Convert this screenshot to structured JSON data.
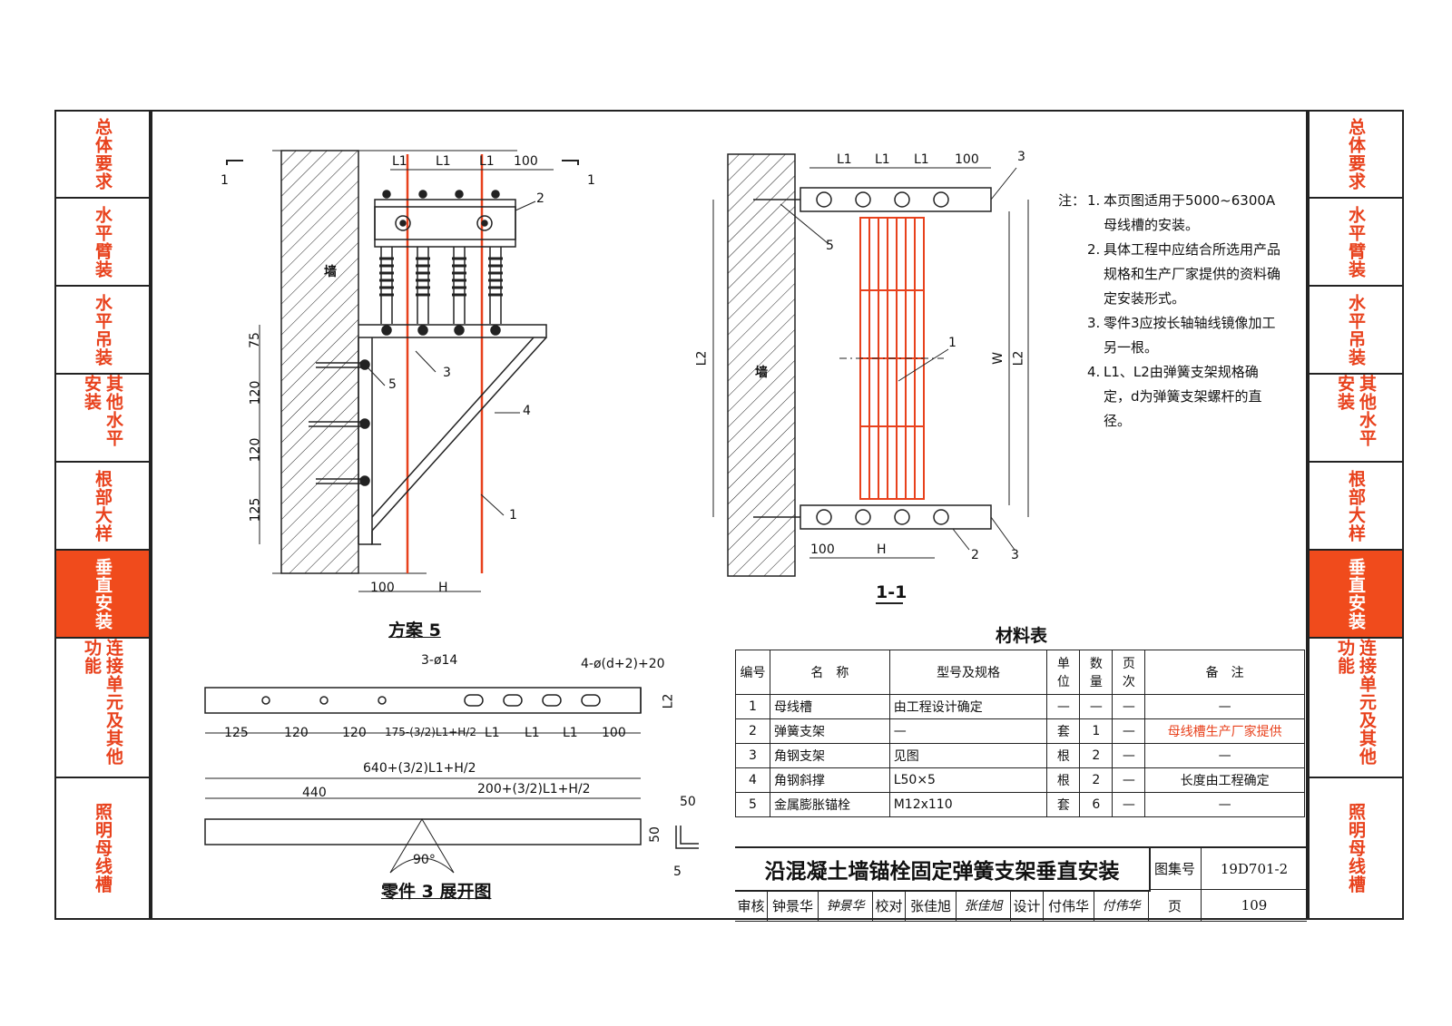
{
  "left_tabs": [
    {
      "label": "总体要求",
      "active": false
    },
    {
      "label": "水平臂装",
      "active": false
    },
    {
      "label": "水平吊装",
      "active": false
    },
    {
      "label": "其他水平安装",
      "active": false
    },
    {
      "label": "根部大样",
      "active": false
    },
    {
      "label": "垂直安装",
      "active": true
    },
    {
      "label": "连接单元及其他功能",
      "active": false
    },
    {
      "label": "照明母线槽",
      "active": false
    }
  ],
  "right_tabs": [
    {
      "label": "总体要求",
      "active": false
    },
    {
      "label": "水平臂装",
      "active": false
    },
    {
      "label": "水平吊装",
      "active": false
    },
    {
      "label": "其他水平安装",
      "active": false
    },
    {
      "label": "根部大样",
      "active": false
    },
    {
      "label": "垂直安装",
      "active": true
    },
    {
      "label": "连接单元及其他功能",
      "active": false
    },
    {
      "label": "照明母线槽",
      "active": false
    }
  ],
  "drawing_left": {
    "caption": "方案 5",
    "wall_label": "墙",
    "section_mark": "1",
    "dims_top": [
      "L1",
      "L1",
      "L1",
      "100"
    ],
    "dims_left": [
      "75",
      "120",
      "120",
      "125"
    ],
    "dims_bottom": [
      "100",
      "H"
    ],
    "callouts": [
      "2",
      "3",
      "4",
      "5",
      "1"
    ]
  },
  "drawing_right": {
    "caption": "1-1",
    "wall_label": "墙",
    "dims_top": [
      "L1",
      "L1",
      "L1",
      "100"
    ],
    "dims_bottom": [
      "100",
      "H"
    ],
    "dims_side": [
      "L2",
      "W",
      "L2"
    ],
    "callouts": [
      "3",
      "5",
      "1",
      "2",
      "3"
    ]
  },
  "notes": {
    "prefix": "注：",
    "items": [
      {
        "n": "1.",
        "text": "本页图适用于5000~6300A母线槽的安装。"
      },
      {
        "n": "2.",
        "text": "具体工程中应结合所选用产品规格和生产厂家提供的资料确定安装形式。"
      },
      {
        "n": "3.",
        "text": "零件3应按长轴轴线镜像加工另一根。"
      },
      {
        "n": "4.",
        "text": "L1、L2由弹簧支架规格确定，d为弹簧支架螺杆的直径。"
      }
    ]
  },
  "part3": {
    "caption": "零件 3 展开图",
    "hole_label_a": "3-ø14",
    "hole_label_b": "4-ø(d+2)+20",
    "side_dim": "L2",
    "row_dims": [
      "125",
      "120",
      "120",
      "175-(3/2)L1+H/2",
      "L1",
      "L1",
      "L1",
      "100"
    ],
    "total_dim": "640+(3/2)L1+H/2",
    "split_dims": [
      "440",
      "200+(3/2)L1+H/2"
    ],
    "angle": "90°",
    "section_dims": [
      "50",
      "50",
      "5"
    ]
  },
  "material_table": {
    "title": "材料表",
    "headers": [
      "编号",
      "名　称",
      "型号及规格",
      "单位",
      "数量",
      "页次",
      "备　注"
    ],
    "rows": [
      [
        "1",
        "母线槽",
        "由工程设计确定",
        "—",
        "—",
        "—",
        "—"
      ],
      [
        "2",
        "弹簧支架",
        "—",
        "套",
        "1",
        "—",
        "母线槽生产厂家提供"
      ],
      [
        "3",
        "角钢支架",
        "见图",
        "根",
        "2",
        "—",
        "—"
      ],
      [
        "4",
        "角钢斜撑",
        "L50×5",
        "根",
        "2",
        "—",
        "长度由工程确定"
      ],
      [
        "5",
        "金属膨胀锚栓",
        "M12x110",
        "套",
        "6",
        "—",
        "—"
      ]
    ],
    "highlight_color": "#e8411c"
  },
  "title_block": {
    "title": "沿混凝土墙锚栓固定弹簧支架垂直安装",
    "atlas_label": "图集号",
    "atlas_no": "19D701-2",
    "review_label": "审核",
    "reviewer": "钟景华",
    "reviewer_sig": "钟景华",
    "check_label": "校对",
    "checker": "张佳旭",
    "checker_sig": "张佳旭",
    "design_label": "设计",
    "designer": "付伟华",
    "designer_sig": "付伟华",
    "page_label": "页",
    "page_no": "109"
  },
  "colors": {
    "accent": "#f04b1c",
    "busbar": "#e8411c",
    "line": "#222222"
  }
}
